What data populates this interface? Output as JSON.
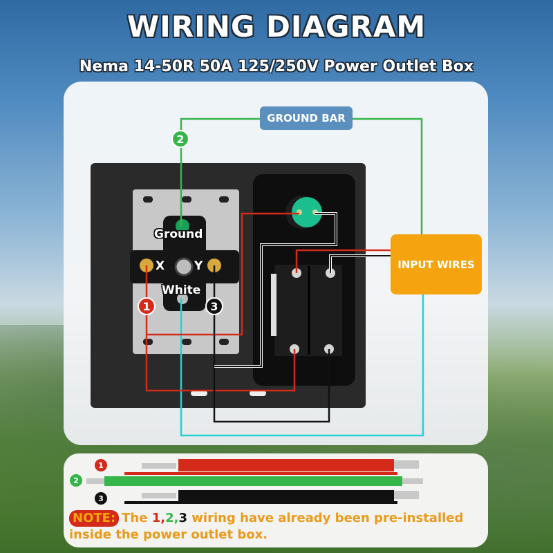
{
  "header": {
    "title": "WIRING DIAGRAM",
    "subtitle": "Nema 14-50R 50A 125/250V Power Outlet Box"
  },
  "diagram": {
    "ground_bar_label": "GROUND BAR",
    "input_wires_label": "INPUT WIRES",
    "terminals": {
      "ground": "Ground",
      "x": "X",
      "y": "Y",
      "white": "White"
    },
    "badges": [
      "1",
      "2",
      "3"
    ],
    "colors": {
      "wire_1": "#d42a1a",
      "wire_2": "#35b54a",
      "wire_3": "#111111",
      "neutral": "#22d3d6",
      "ground_bar": "#5a8fbe",
      "input_wires": "#f5a40f"
    }
  },
  "wires": [
    {
      "id": "1",
      "color": "#d42a1a"
    },
    {
      "id": "2",
      "color": "#35b54a"
    },
    {
      "id": "3",
      "color": "#111111"
    }
  ],
  "note": {
    "tag": "NOTE:",
    "prefix": "The ",
    "n1": "1",
    "sep1": ",",
    "n2": "2",
    "sep2": ",",
    "n3": "3",
    "suffix": " wiring have already been pre-installed inside the power outlet box."
  }
}
